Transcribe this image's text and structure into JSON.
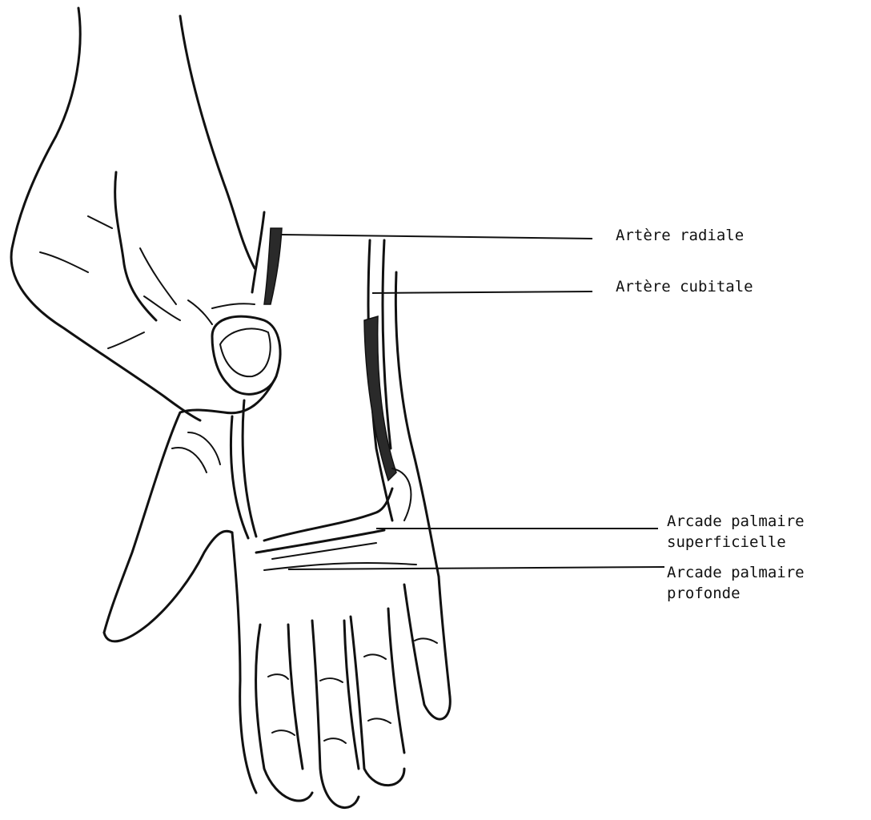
{
  "labels": {
    "radiale": "Artère radiale",
    "cubitale": "Artère cubitale",
    "superficielle_line1": "Arcade palmaire",
    "superficielle_line2": "superficielle",
    "profonde_line1": "Arcade palmaire",
    "profonde_line2": "profonde"
  },
  "colors": {
    "ink": "#111111",
    "background": "#ffffff"
  }
}
